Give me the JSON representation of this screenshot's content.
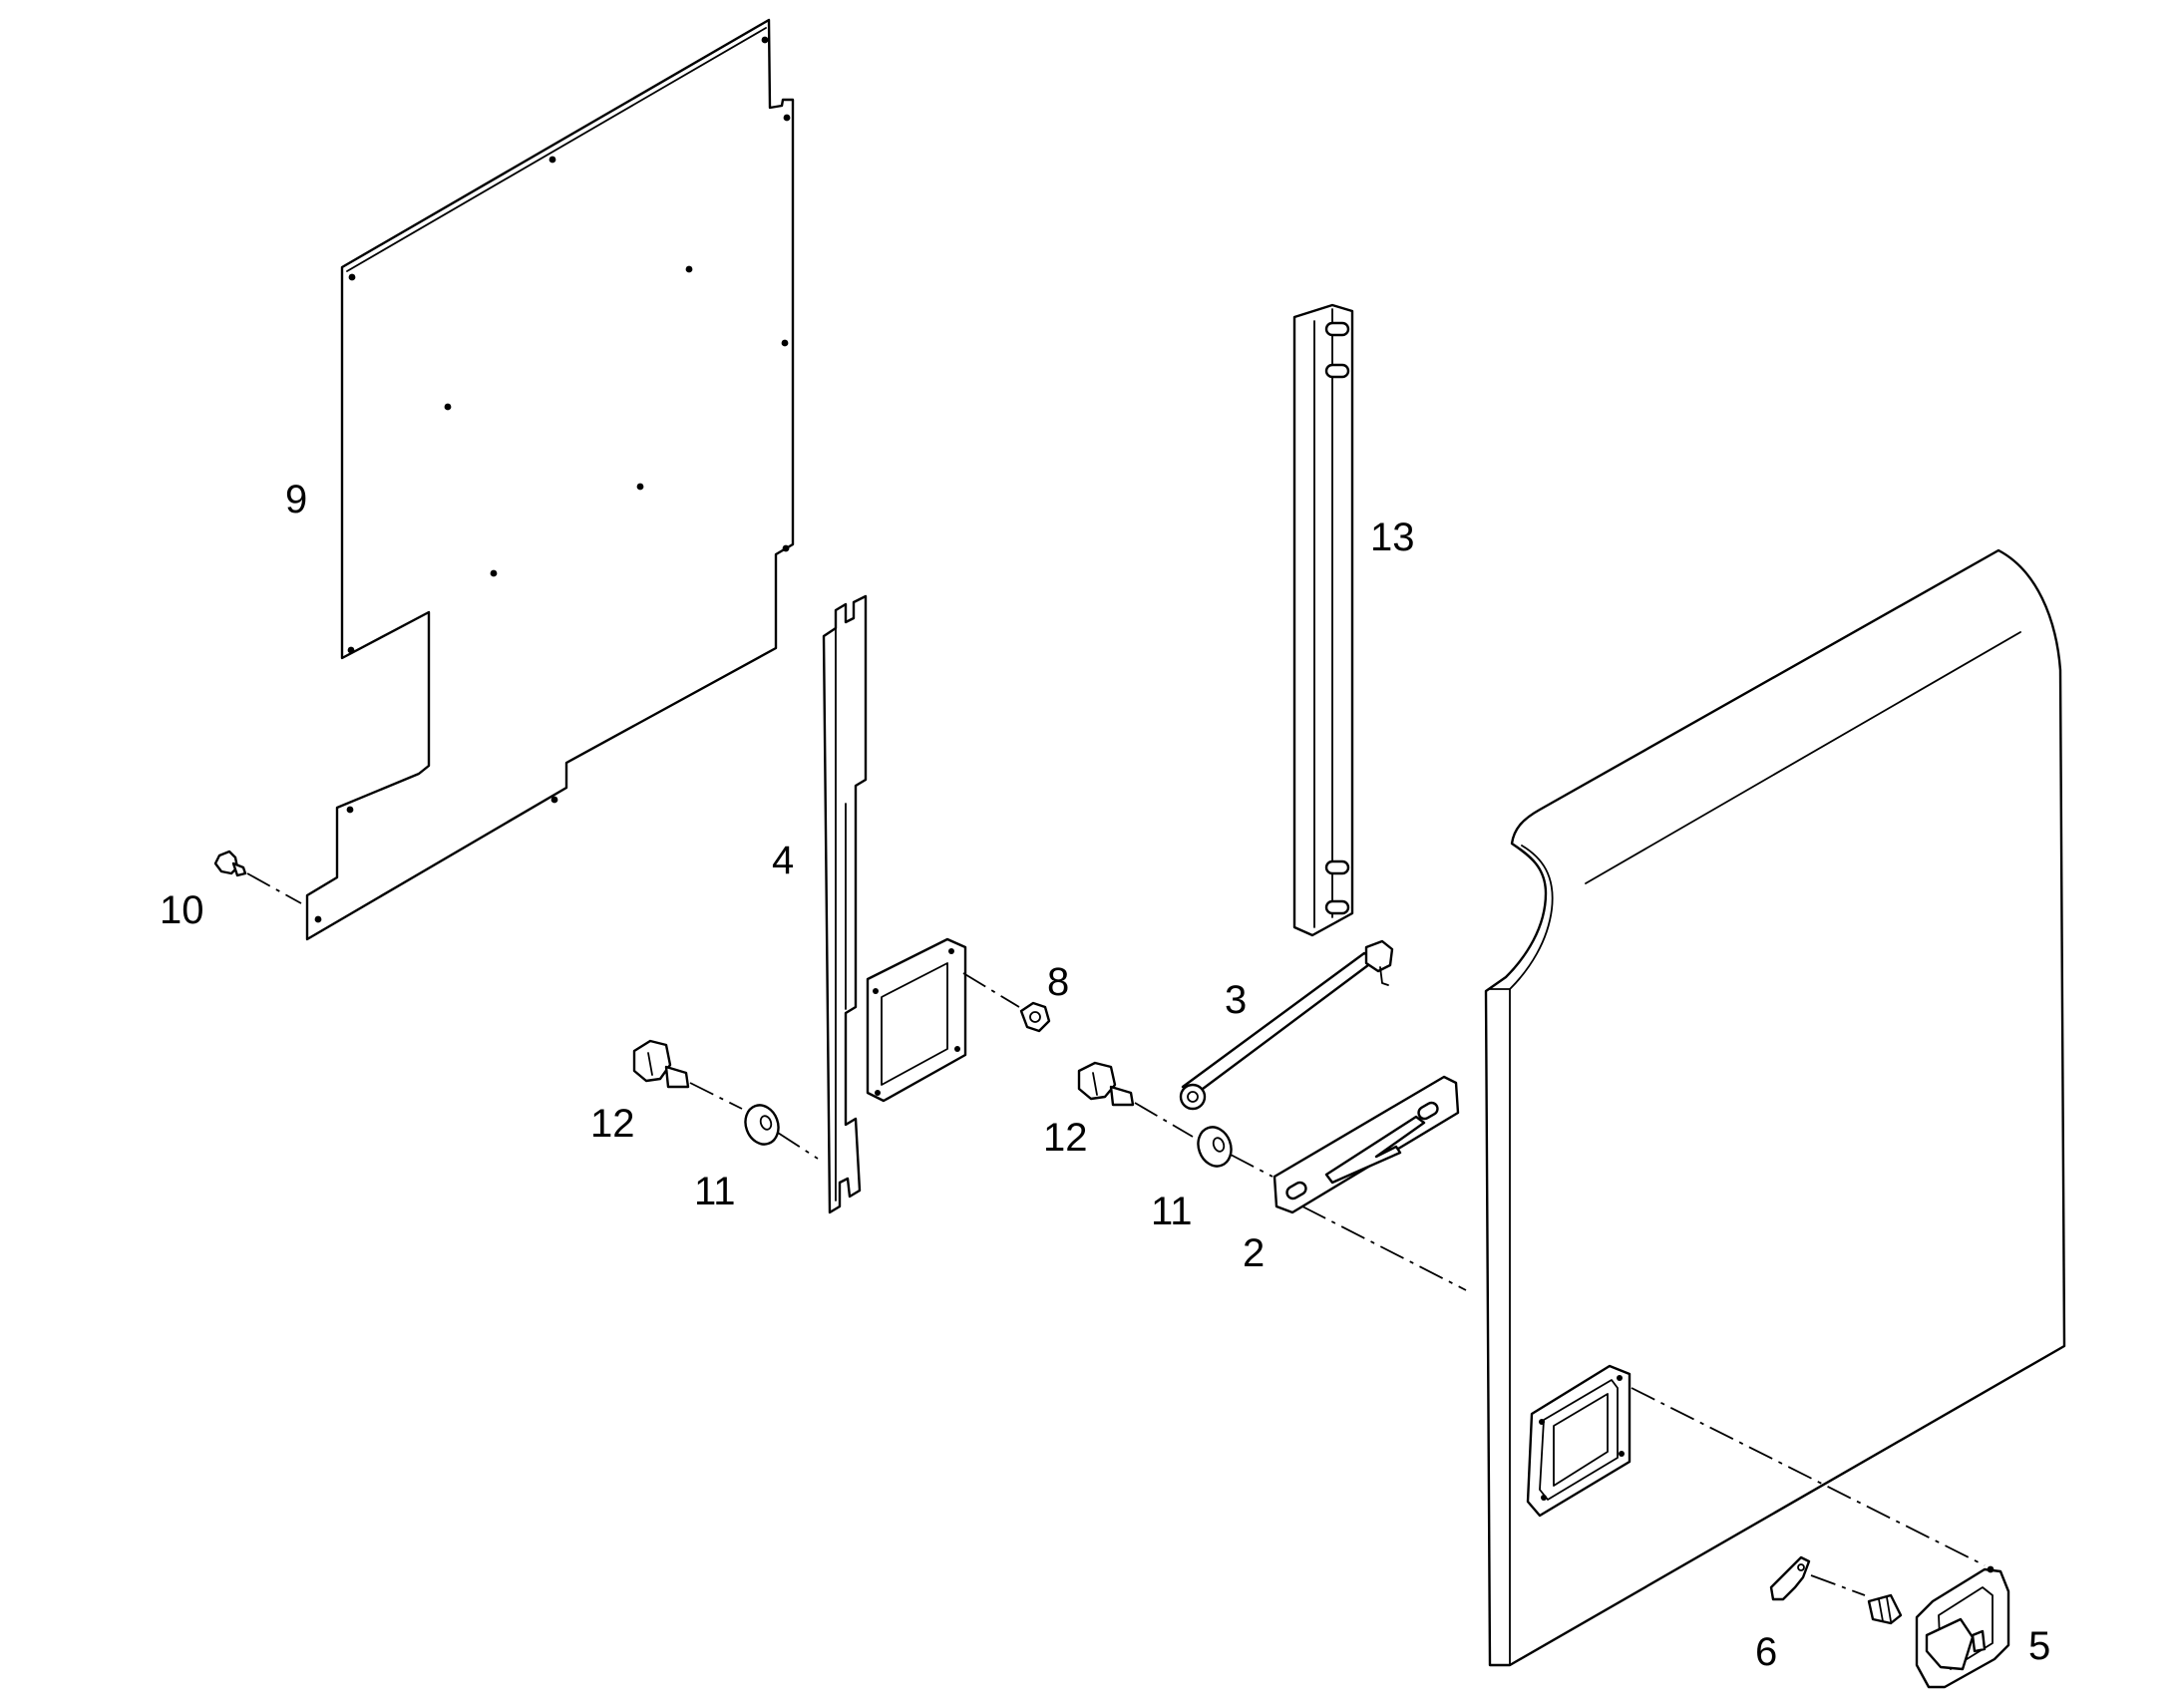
{
  "callouts": {
    "c2": "2",
    "c3": "3",
    "c4": "4",
    "c5": "5",
    "c6": "6",
    "c8": "8",
    "c9": "9",
    "c10": "10",
    "c11a": "11",
    "c11b": "11",
    "c12a": "12",
    "c12b": "12",
    "c13": "13"
  }
}
